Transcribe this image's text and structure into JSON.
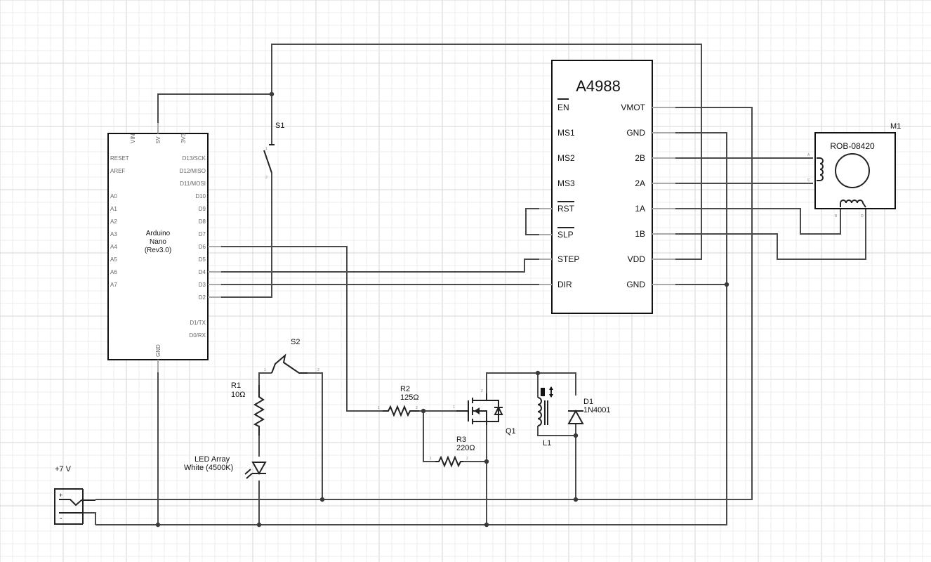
{
  "grid": {
    "minor_color": "#ececec",
    "major_color": "#d6d6d6"
  },
  "components": {
    "arduino": {
      "name_lines": [
        "Arduino",
        "Nano",
        "(Rev3.0)"
      ],
      "top_pins": [
        "VIN",
        "5V",
        "3V3"
      ],
      "left_pins": [
        "RESET",
        "AREF",
        "A0",
        "A1",
        "A2",
        "A3",
        "A4",
        "A5",
        "A6",
        "A7"
      ],
      "right_pins": [
        "D13/SCK",
        "D12/MISO",
        "D11/MOSI",
        "D10",
        "D9",
        "D8",
        "D7",
        "D6",
        "D5",
        "D4",
        "D3",
        "D2",
        "D1/TX",
        "D0/RX"
      ],
      "bottom_pin": "GND"
    },
    "driver": {
      "title": "A4988",
      "left_pins": [
        "EN",
        "MS1",
        "MS2",
        "MS3",
        "RST",
        "SLP",
        "STEP",
        "DIR"
      ],
      "right_pins": [
        "VMOT",
        "GND",
        "2B",
        "2A",
        "1A",
        "1B",
        "VDD",
        "GND"
      ]
    },
    "motor": {
      "ref": "M1",
      "part": "ROB-08420",
      "pin_letters": [
        "A",
        "C",
        "B",
        "D"
      ]
    },
    "s1": {
      "ref": "S1"
    },
    "s2": {
      "ref": "S2"
    },
    "r1": {
      "ref": "R1",
      "value": "10Ω"
    },
    "r2": {
      "ref": "R2",
      "value": "125Ω"
    },
    "r3": {
      "ref": "R3",
      "value": "220Ω"
    },
    "q1": {
      "ref": "Q1"
    },
    "l1": {
      "ref": "L1"
    },
    "d1": {
      "ref": "D1",
      "value": "1N4001"
    },
    "led": {
      "line1": "LED Array",
      "line2": "White (4500K)"
    },
    "supply": {
      "label": "+7 V",
      "plus": "+",
      "minus": "-"
    },
    "pin_numbers": {
      "one": "1",
      "two": "2"
    }
  }
}
